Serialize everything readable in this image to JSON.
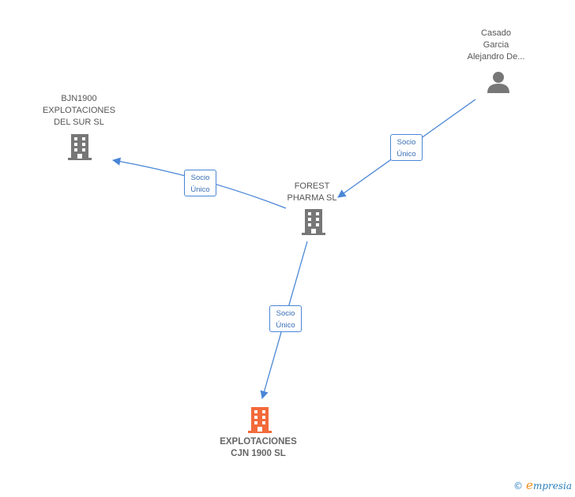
{
  "nodes": {
    "casado": {
      "label": "Casado\nGarcia\nAlejandro De...",
      "type": "person"
    },
    "bjn": {
      "label": "BJN1900\nEXPLOTACIONES\nDEL SUR SL",
      "type": "company"
    },
    "forest": {
      "label": "FOREST\nPHARMA SL",
      "type": "company"
    },
    "cjn": {
      "label": "EXPLOTACIONES\nCJN 1900 SL",
      "type": "company-focus"
    }
  },
  "relations": {
    "casado_forest": "Socio\nÚnico",
    "forest_bjn": "Socio\nÚnico",
    "forest_cjn": "Socio\nÚnico"
  },
  "colors": {
    "edge": "#4a86d6",
    "company": "#777777",
    "focus": "#f26a3a",
    "person": "#777777"
  },
  "brand": {
    "copyright": "©",
    "name_initial": "e",
    "name_rest": "mpresia"
  }
}
